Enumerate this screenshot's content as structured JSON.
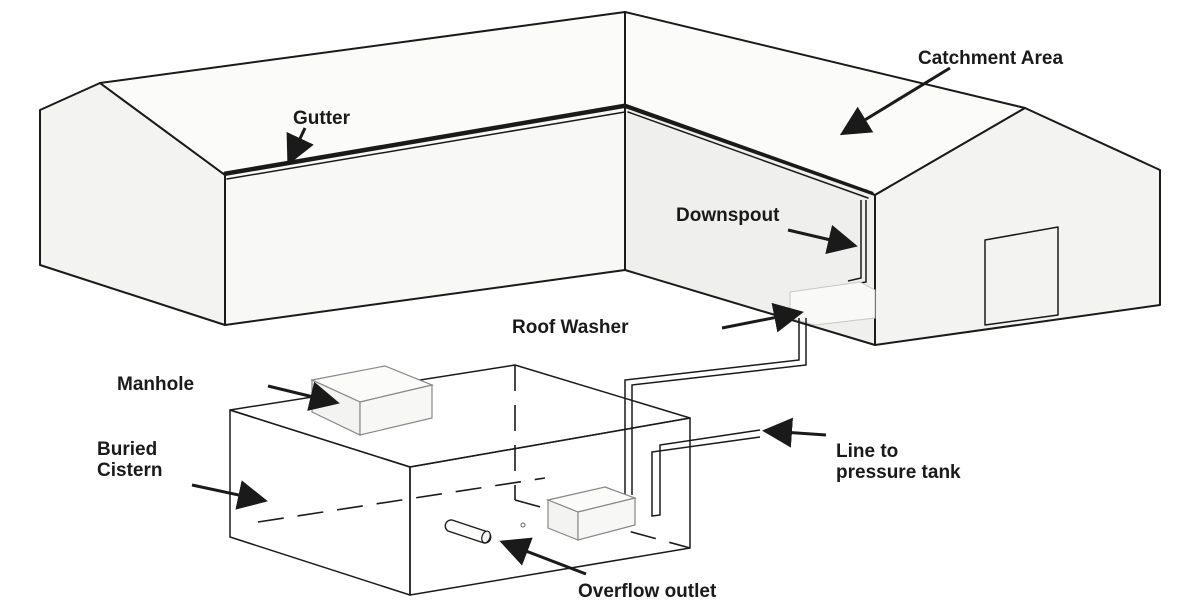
{
  "labels": {
    "catchment_area": "Catchment Area",
    "gutter": "Gutter",
    "downspout": "Downspout",
    "roof_washer": "Roof Washer",
    "manhole": "Manhole",
    "buried": "Buried",
    "cistern": "Cistern",
    "line_to": "Line to",
    "pressure_tank": "pressure tank",
    "overflow_outlet": "Overflow outlet"
  },
  "colors": {
    "ink": "#1a1a1a",
    "background": "#ffffff"
  }
}
